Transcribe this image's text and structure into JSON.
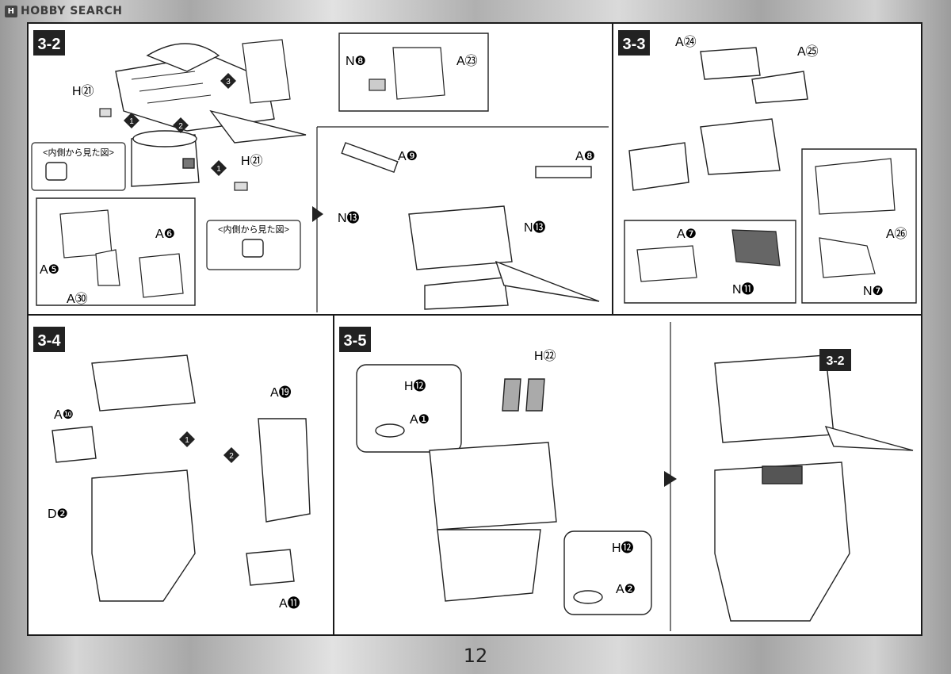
{
  "watermark": {
    "icon": "H",
    "text": "HOBBY SEARCH"
  },
  "page_number": "12",
  "steps": {
    "s32": "3-2",
    "s33": "3-3",
    "s34": "3-4",
    "s35": "3-5",
    "ref32": "3-2"
  },
  "callout_text": "<内側から見た図>",
  "labels": {
    "h21_top": "H㉑",
    "h21_right": "H㉑",
    "a6": "A❻",
    "a5": "A❺",
    "a27": "A㉚",
    "n8": "N❽",
    "a23": "A㉓",
    "a9": "A❾",
    "a8": "A❽",
    "n13_left": "N⓭",
    "n13_right": "N⓭",
    "a24": "A㉔",
    "a25": "A㉕",
    "a26": "A㉖",
    "a7_inset": "A❼",
    "n11": "N⓫",
    "n7": "N❼",
    "a10": "A❿",
    "a19": "A⓳",
    "d2": "D❷",
    "a11": "A⓫",
    "h22": "H㉒",
    "h12_top": "H⓬",
    "a1": "A❶",
    "h12_bottom": "H⓬",
    "a2": "A❷"
  },
  "order_markers": {
    "one": "1",
    "two": "2",
    "three": "3"
  }
}
